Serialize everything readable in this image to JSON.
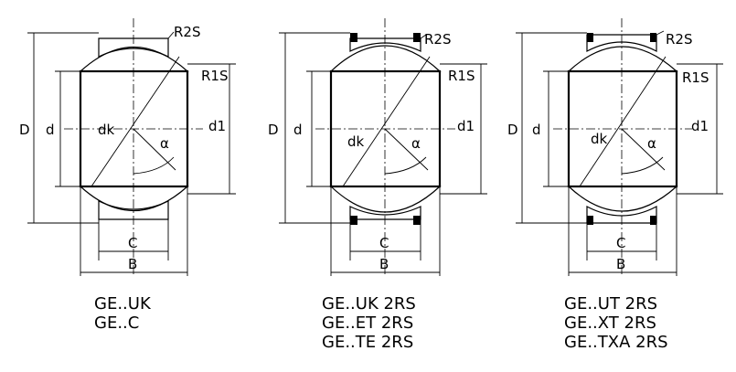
{
  "labels": {
    "D": "D",
    "d": "d",
    "dk": "dk",
    "d1": "d1",
    "alpha": "α",
    "C": "C",
    "B": "B",
    "R2S": "R2S",
    "R1S": "R1S"
  },
  "diagrams": [
    {
      "caption_lines": [
        "GE..UK",
        "GE..C"
      ]
    },
    {
      "caption_lines": [
        "GE..UK 2RS",
        "GE..ET 2RS",
        "GE..TE 2RS"
      ]
    },
    {
      "caption_lines": [
        "GE..UT 2RS",
        "GE..XT 2RS",
        "GE..TXA 2RS"
      ]
    }
  ]
}
